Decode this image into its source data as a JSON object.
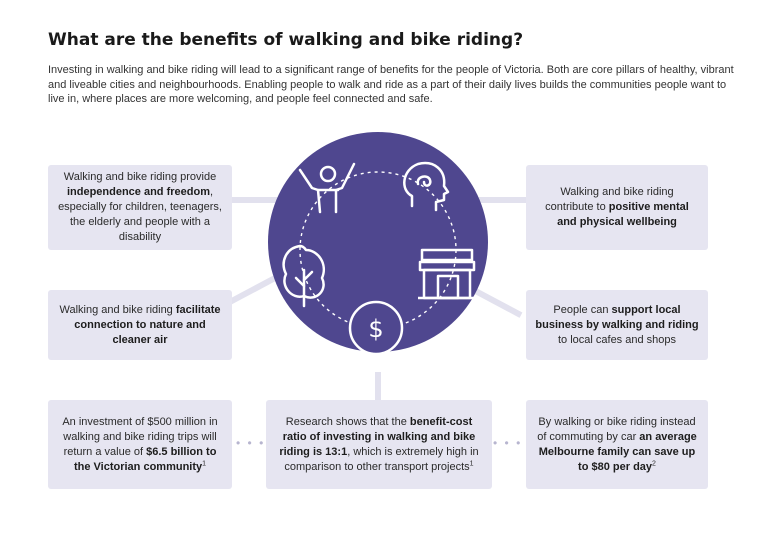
{
  "title": "What are the benefits of walking and bike riding?",
  "intro": "Investing in walking and bike riding will lead to a significant range of benefits for the people of Victoria. Both are core pillars of healthy, vibrant and liveable cities and neighbourhoods. Enabling people to walk and ride as a part of their daily lives builds the communities people want to live in, where places are more welcoming, and people feel connected and safe.",
  "colors": {
    "circle": "#4f478f",
    "box": "#e6e5f1",
    "connector": "#e2e1ee"
  },
  "icons": [
    "person-arms-raised-icon",
    "head-mind-icon",
    "tree-icon",
    "shop-icon",
    "dollar-icon"
  ],
  "boxes": {
    "independence": {
      "t1": "Walking and bike riding provide ",
      "b1": "independence and freedom",
      "t2": ", especially for children, teenagers, the elderly and people with a disability"
    },
    "nature": {
      "t1": "Walking and bike riding ",
      "b1": "facilitate connection to nature and cleaner air"
    },
    "investment": {
      "t1": "An investment of $500 million in walking and bike riding trips will return a value of ",
      "b1": "$6.5 billion to the Victorian community",
      "sup": "1"
    },
    "research": {
      "t1": "Research shows that the ",
      "b1": "benefit-cost ratio of investing in walking and bike riding is 13:1",
      "t2": ", which is extremely high in comparison to other transport projects",
      "sup": "1"
    },
    "wellbeing": {
      "t1": "Walking and bike riding contribute to ",
      "b1": "positive mental and physical wellbeing"
    },
    "local": {
      "t1": "People can ",
      "b1": "support local business by walking and riding",
      "t2": " to local cafes and shops"
    },
    "save": {
      "t1": "By walking or bike riding instead of commuting by car ",
      "b1": "an average Melbourne family can save up to $80 per day",
      "sup": "2"
    }
  }
}
